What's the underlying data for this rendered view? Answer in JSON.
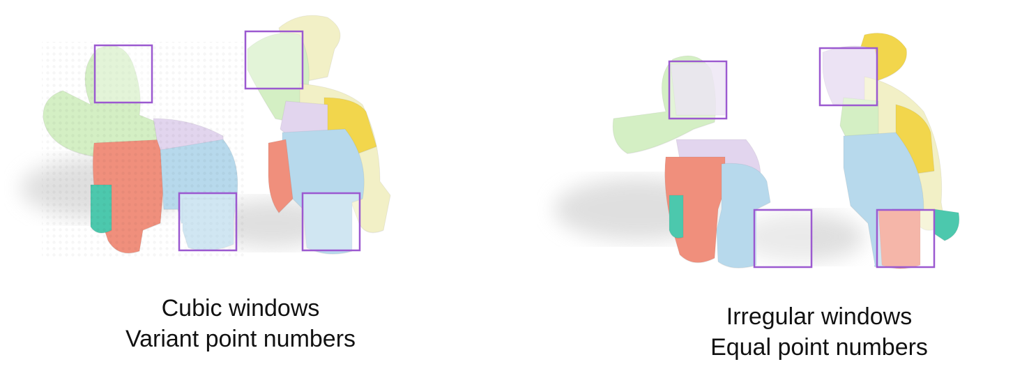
{
  "colors": {
    "window_box": "#9b59d0",
    "head": "#d4efc4",
    "body_blue": "#b7d9ec",
    "body_red": "#f08f7c",
    "body_lavender": "#e2d5ee",
    "body_yellow": "#f2d64c",
    "body_cream": "#f2f0c6",
    "teal": "#4cc8ad",
    "shadow": "#d8d8d8"
  },
  "left_panel": {
    "caption_line1": "Cubic windows",
    "caption_line2": "Variant point numbers"
  },
  "right_panel": {
    "caption_line1": "Irregular windows",
    "caption_line2": "Equal point numbers"
  }
}
